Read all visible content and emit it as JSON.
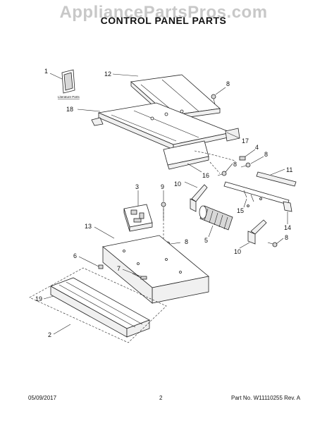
{
  "header": {
    "watermark": "AppliancePartsPros.com",
    "title": "CONTROL PANEL PARTS"
  },
  "literature": {
    "label": "Literature Parts"
  },
  "callouts": [
    "1",
    "12",
    "8",
    "18",
    "17",
    "4",
    "8",
    "8",
    "16",
    "11",
    "3",
    "9",
    "10",
    "15",
    "13",
    "5",
    "8",
    "14",
    "6",
    "7",
    "8",
    "10",
    "19",
    "2"
  ],
  "footer": {
    "date": "05/09/2017",
    "page": "2",
    "part_no": "Part No. W11110255  Rev. A"
  }
}
